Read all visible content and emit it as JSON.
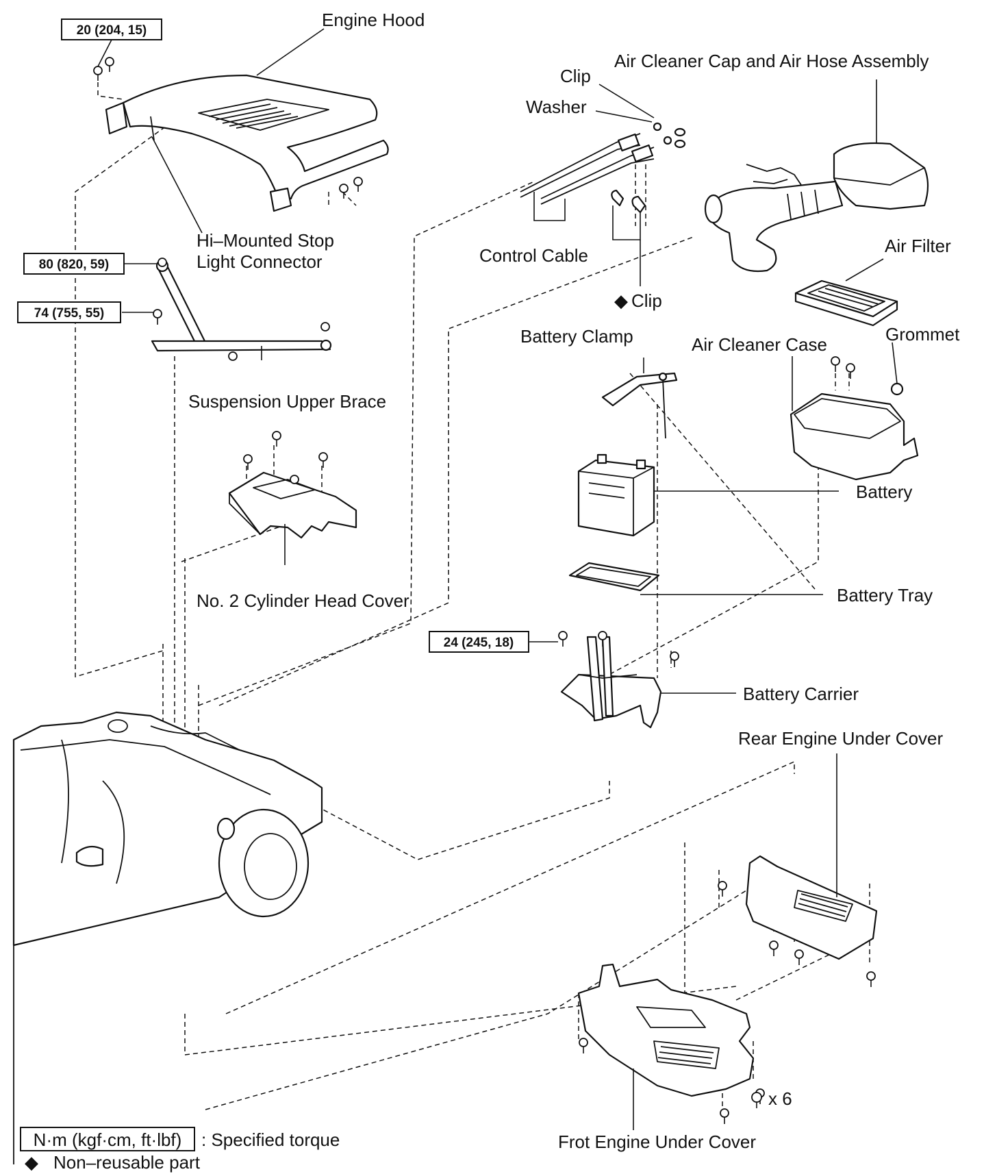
{
  "labels": {
    "engine_hood": "Engine Hood",
    "hi_mounted_stop": "Hi–Mounted Stop",
    "light_connector": "Light Connector",
    "suspension_upper_brace": "Suspension Upper Brace",
    "cylinder_head_cover": "No. 2 Cylinder Head Cover",
    "air_cleaner_cap": "Air Cleaner Cap and Air Hose Assembly",
    "clip_top": "Clip",
    "washer": "Washer",
    "control_cable": "Control Cable",
    "clip_bottom": "Clip",
    "air_filter": "Air Filter",
    "battery_clamp": "Battery Clamp",
    "air_cleaner_case": "Air Cleaner Case",
    "grommet": "Grommet",
    "battery": "Battery",
    "battery_tray": "Battery Tray",
    "battery_carrier": "Battery Carrier",
    "rear_engine_under_cover": "Rear Engine Under Cover",
    "front_engine_under_cover": "Frot Engine Under Cover",
    "bolt_count": "x 6"
  },
  "torques": {
    "hood": "20 (204, 15)",
    "brace_top": "80 (820, 59)",
    "brace_side": "74 (755, 55)",
    "battery_carrier": "24 (245, 18)"
  },
  "legend": {
    "torque_unit": "N·m (kgf·cm, ft·lbf)",
    "torque_desc": ": Specified torque",
    "nonreusable_desc": "Non–reusable part",
    "nonreusable_icon": "diamond-icon"
  }
}
